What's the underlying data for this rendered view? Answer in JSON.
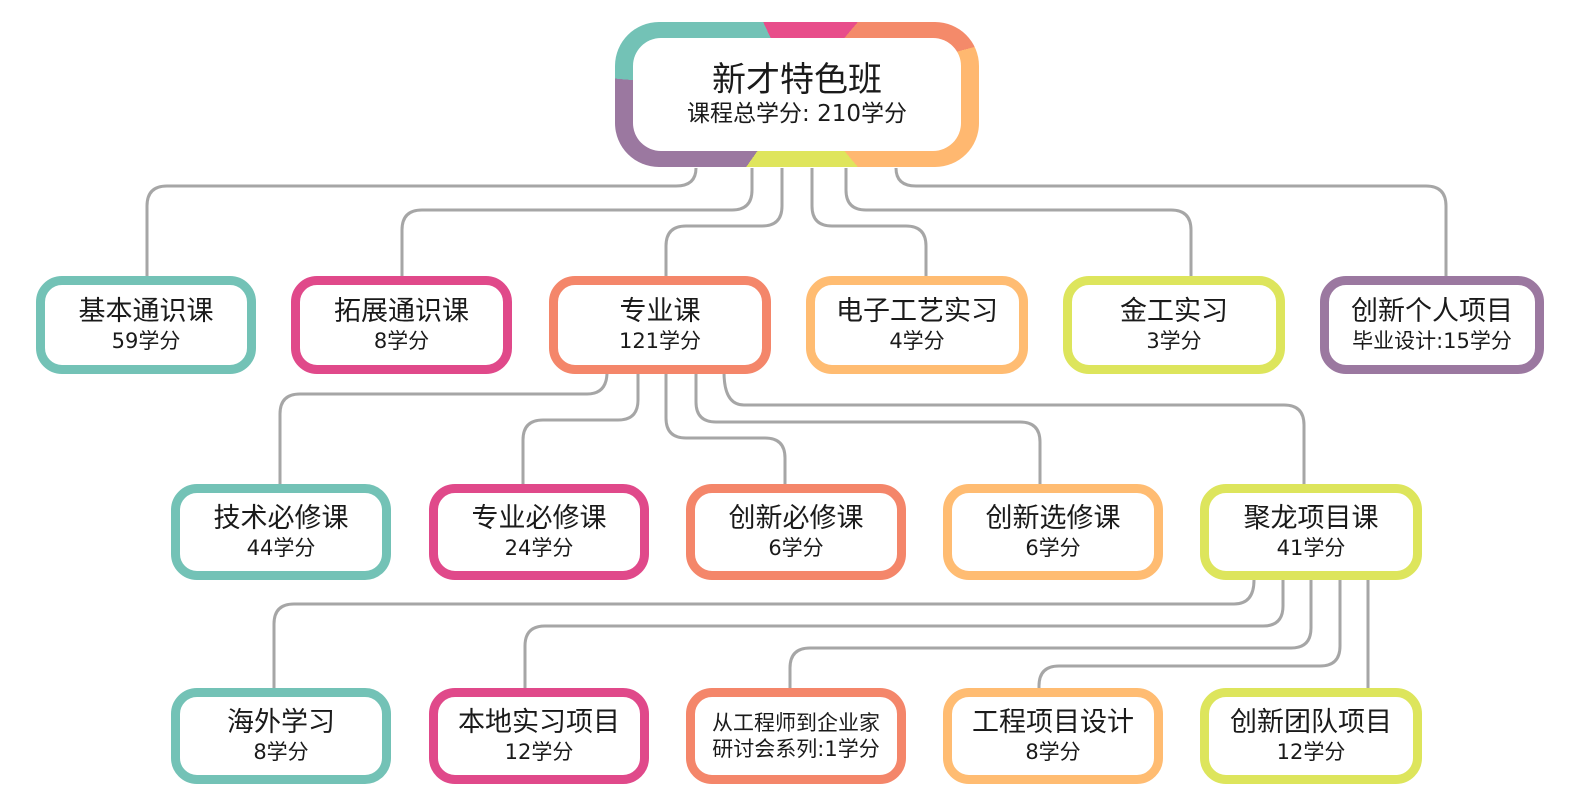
{
  "colors": {
    "teal": "#73c2b6",
    "magenta": "#e0498a",
    "coral": "#f4866a",
    "orange": "#ffbc72",
    "lime": "#dde55c",
    "purple": "#9b78a0",
    "connector": "#a6a6a6"
  },
  "root": {
    "title": "新才特色班",
    "subtitle": "课程总学分: 210学分"
  },
  "level1": [
    {
      "title": "基本通识课",
      "subtitle": "59学分"
    },
    {
      "title": "拓展通识课",
      "subtitle": "8学分"
    },
    {
      "title": "专业课",
      "subtitle": "121学分"
    },
    {
      "title": "电子工艺实习",
      "subtitle": "4学分"
    },
    {
      "title": "金工实习",
      "subtitle": "3学分"
    },
    {
      "title": "创新个人项目",
      "subtitle": "毕业设计:15学分"
    }
  ],
  "level2": [
    {
      "title": "技术必修课",
      "subtitle": "44学分"
    },
    {
      "title": "专业必修课",
      "subtitle": "24学分"
    },
    {
      "title": "创新必修课",
      "subtitle": "6学分"
    },
    {
      "title": "创新选修课",
      "subtitle": "6学分"
    },
    {
      "title": "聚龙项目课",
      "subtitle": "41学分"
    }
  ],
  "level3": [
    {
      "title": "海外学习",
      "subtitle": "8学分"
    },
    {
      "title": "本地实习项目",
      "subtitle": "12学分"
    },
    {
      "title": "从工程师到企业家",
      "subtitle": "研讨会系列:1学分"
    },
    {
      "title": "工程项目设计",
      "subtitle": "8学分"
    },
    {
      "title": "创新团队项目",
      "subtitle": "12学分"
    }
  ]
}
